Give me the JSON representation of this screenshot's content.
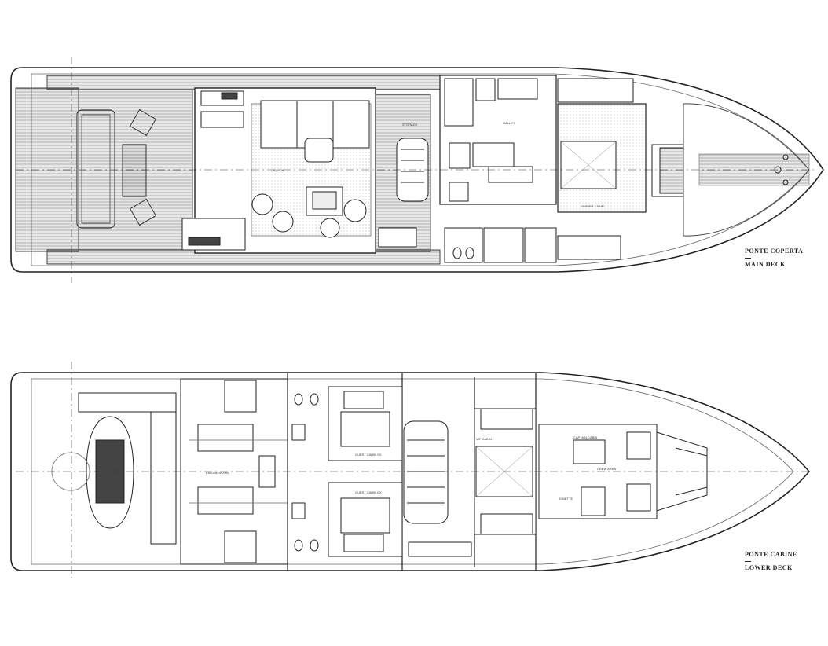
{
  "decks": {
    "main": {
      "label_it": "PONTE COPERTA",
      "label_en": "MAIN DECK",
      "rooms": {
        "saloon": "SALON",
        "galley": "GALLEY",
        "owner_cabin": "OWNER CABIN",
        "storage": "STORAGE"
      }
    },
    "lower": {
      "label_it": "PONTE CABINE",
      "label_en": "LOWER DECK",
      "rooms": {
        "engine_room": "ENGINE ROOM",
        "guest_cabin_sx": "GUEST CABIN SX",
        "guest_cabin_dx": "GUEST CABIN DX",
        "vip_cabin": "VIP CABIN",
        "captain_cabin": "CAPTAIN CABIN",
        "crew_area": "CREW AREA",
        "dinette": "DINETTE"
      }
    }
  }
}
